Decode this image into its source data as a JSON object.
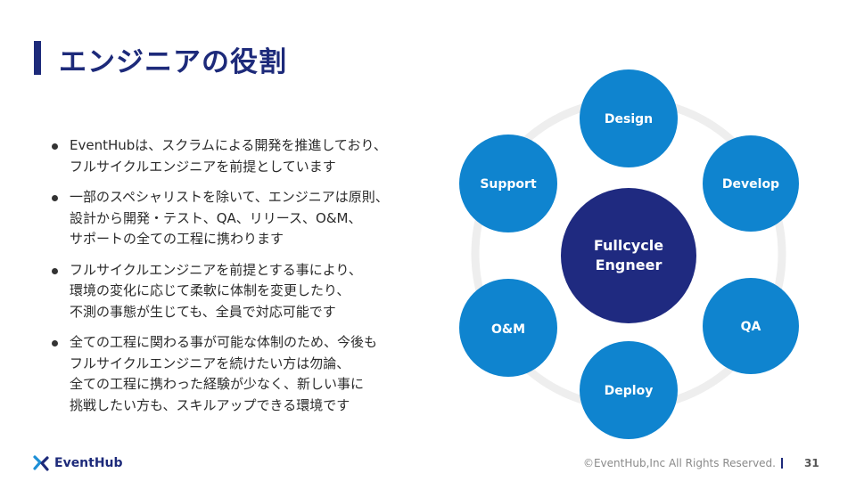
{
  "slide": {
    "title": "エンジニアの役割",
    "bullets": [
      [
        "EventHubは、スクラムによる開発を推進しており、",
        "フルサイクルエンジニアを前提としています"
      ],
      [
        "一部のスペシャリストを除いて、エンジニアは原則、",
        "設計から開発・テスト、QA、リリース、O&M、",
        "サポートの全ての工程に携わります"
      ],
      [
        "フルサイクルエンジニアを前提とする事により、",
        "環境の変化に応じて柔軟に体制を変更したり、",
        "不測の事態が生じても、全員で対応可能です"
      ],
      [
        "全ての工程に関わる事が可能な体制のため、今後も",
        "フルサイクルエンジニアを続けたい方は勿論、",
        "全ての工程に携わった経験が少なく、新しい事に",
        "挑戦したい方も、スキルアップできる環境です"
      ]
    ]
  },
  "diagram": {
    "center": {
      "line1": "Fullcycle",
      "line2": "Engneer"
    },
    "nodes": {
      "top": "Design",
      "top_right": "Develop",
      "bottom_right": "QA",
      "bottom": "Deploy",
      "bottom_left": "O&M",
      "top_left": "Support"
    },
    "colors": {
      "node": "#0f84cf",
      "center": "#1f2a80",
      "ring": "#eeeeee",
      "text": "#ffffff"
    }
  },
  "footer": {
    "logo_text": "EventHub",
    "logo_icon": "eventhub-logo-icon",
    "copyright": "©EventHub,Inc All Rights Reserved.",
    "page_number": "31"
  }
}
